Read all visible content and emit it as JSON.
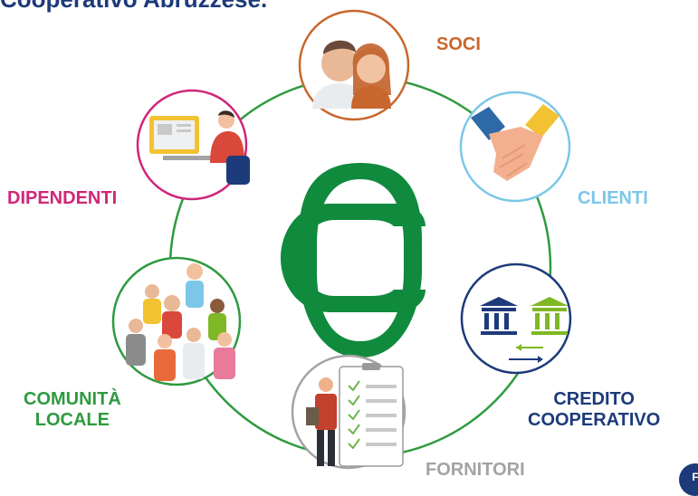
{
  "header": {
    "title": "Cooperativo Abruzzese."
  },
  "logo": {
    "name": "credito-cooperativo-logo",
    "color": "#108a3c"
  },
  "nodes": [
    {
      "id": "soci",
      "label": "SOCI",
      "color": "#c8672d",
      "icon": "members-couple-icon"
    },
    {
      "id": "clienti",
      "label": "CLIENTI",
      "color": "#7cc7e8",
      "icon": "handshake-icon"
    },
    {
      "id": "credito",
      "label_lines": [
        "CREDITO",
        "COOPERATIVO"
      ],
      "color": "#1d3a7a",
      "icon": "banks-exchange-icon"
    },
    {
      "id": "fornitori",
      "label": "FORNITORI",
      "color": "#a3a3a3",
      "icon": "supplier-checklist-icon"
    },
    {
      "id": "comunita",
      "label_lines": [
        "COMUNITÀ",
        "LOCALE"
      ],
      "color": "#2e9a3f",
      "icon": "community-group-icon"
    },
    {
      "id": "dipendenti",
      "label": "DIPENDENTI",
      "color": "#d02678",
      "icon": "employee-at-desk-icon"
    }
  ],
  "ring_color": "#2e9a3f",
  "badge": {
    "text": "F"
  }
}
